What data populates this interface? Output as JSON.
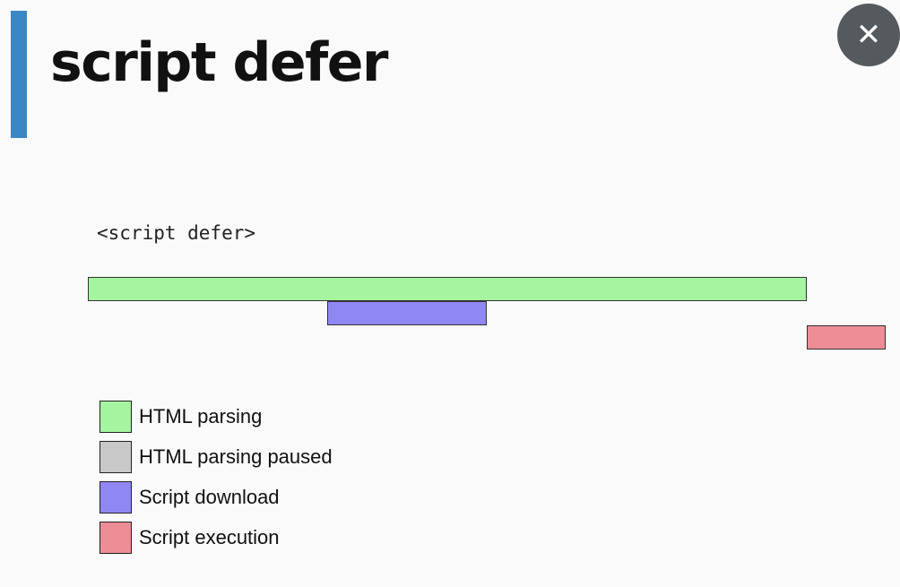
{
  "slide": {
    "title": "script defer",
    "accent_color": "#3b86c4",
    "close_icon": "close-icon",
    "close_glyph": "✕"
  },
  "diagram": {
    "code_label": "<script defer>",
    "timeline": [
      {
        "kind": "html-parsing",
        "start": 0,
        "end": 100,
        "row": 0
      },
      {
        "kind": "script-download",
        "start": 33.3,
        "end": 55.5,
        "row": 1
      },
      {
        "kind": "script-execution",
        "start": 100,
        "end": 111,
        "row": 2
      }
    ]
  },
  "legend": [
    {
      "kind": "html-parsing",
      "label": "HTML parsing",
      "color": "#a4f4a0"
    },
    {
      "kind": "html-parsing-paused",
      "label": "HTML parsing paused",
      "color": "#c8c8c8"
    },
    {
      "kind": "script-download",
      "label": "Script download",
      "color": "#8f87f2"
    },
    {
      "kind": "script-execution",
      "label": "Script execution",
      "color": "#ec8d96"
    }
  ]
}
